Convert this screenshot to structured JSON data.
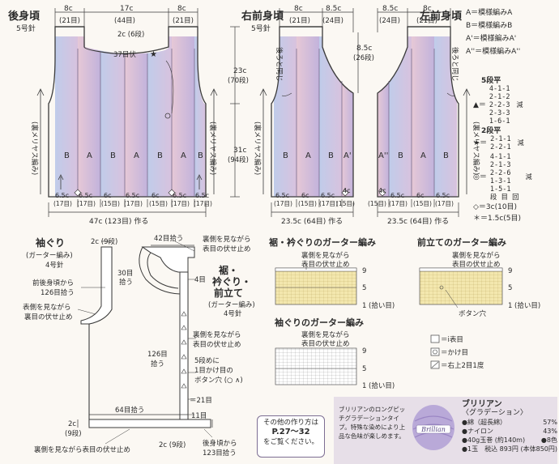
{
  "back": {
    "title": "後身頃",
    "needle": "5号針",
    "top_dims": [
      "8c",
      "17c",
      "8c"
    ],
    "top_rows": [
      "(21目)",
      "(44目)",
      "(21目)"
    ],
    "neck_rows": "2c (6段)",
    "neck_st": "37目伏",
    "height_top": "23c",
    "height_top_rows": "(70段)",
    "height_bottom": "31c",
    "height_bottom_rows": "(94段)",
    "side_label": "(裏メリヤス編み)",
    "panels": [
      "B",
      "A",
      "B",
      "A",
      "B",
      "A",
      "B"
    ],
    "bottom_cm": [
      "6.5c",
      "6.5c",
      "6c",
      "6.5c",
      "6c",
      "6.5c",
      "6.5c"
    ],
    "bottom_st": [
      "(17目)",
      "(17目)",
      "(15目)",
      "(17目)",
      "(15目)",
      "(17目)",
      "(17目)"
    ],
    "width": "47c (123目) 作る"
  },
  "right_front": {
    "title": "右前身頃",
    "needle": "5号針",
    "top_dims": [
      "8c",
      "8.5c"
    ],
    "top_rows": [
      "(21目)",
      "(24目)"
    ],
    "back_same": "後ろと同じ",
    "neck_dim": "8.5c",
    "neck_rows": "(26段)",
    "side_label": "(裏メリヤス編み)",
    "panels": [
      "B",
      "A",
      "B",
      "A'"
    ],
    "bottom_cm": [
      "6.5c",
      "6c",
      "6.5c",
      "4c"
    ],
    "bottom_st": [
      "(17目)",
      "(15目)",
      "(17目)",
      "(15目)"
    ],
    "width": "23.5c (64目) 作る"
  },
  "left_front": {
    "title": "左前身頃",
    "top_dims": [
      "8.5c",
      "8c"
    ],
    "top_rows": [
      "(24目)",
      "(21目)"
    ],
    "back_same": "後ろと同じ",
    "side_label": "(裏メリヤス編み)",
    "panels": [
      "A''",
      "B",
      "A",
      "B"
    ],
    "bottom_cm": [
      "4c",
      "6.5c",
      "6c",
      "6.5c"
    ],
    "bottom_st": [
      "(15目)",
      "(17目)",
      "(15目)",
      "(17目)"
    ],
    "width": "23.5c (64目) 作る"
  },
  "legend": [
    "A＝模様編みA",
    "B＝模様編みB",
    "A'＝模様編みA'",
    "A''＝模様編みA''"
  ],
  "decrease_table": {
    "a": {
      "label": "5段平",
      "values": "4-1-1\n2-1-2\n2-2-3\n2-3-3\n1-6-1",
      "tag": "減"
    },
    "b": {
      "label": "2段平",
      "values": "2-1-1\n2-2-1",
      "tag": "減",
      "star": "★＝"
    },
    "c": {
      "values": "4-1-1\n2-1-3\n2-2-6\n1-3-1\n1-5-1\n段 目 回",
      "tag": "減",
      "circle": "◎＝"
    },
    "d": "◇＝3c(10目)",
    "e": "＊＝1.5c(5目)"
  },
  "armhole": {
    "title": "袖ぐり",
    "subtitle": "(ガーター編み)",
    "needle": "4号針",
    "top": "2c (9段)",
    "pick_30": "30目",
    "pick_30b": "拾う",
    "pick_front": "前後身頃から",
    "pick_front_b": "126目拾う",
    "bind": "表側を見ながら",
    "bind_b": "裏目の伏せ止め",
    "pick_64": "64目拾う",
    "bottom": "2c",
    "bottom_rows": "(9段)",
    "bind_bottom": "裏側を見ながら表目の伏せ止め"
  },
  "collar": {
    "title_1": "裾・",
    "title_2": "衿ぐり・",
    "title_3": "前立て",
    "subtitle": "(ガーター編み)",
    "needle": "4号針",
    "pick_42": "42目拾う",
    "bind_top": "裏側を見ながら",
    "bind_top_b": "表目の伏せ止め",
    "four": "4目",
    "bind_mid": "裏側を見ながら",
    "bind_mid_b": "表目の伏せ止め",
    "pick_126": "126目",
    "pick_126b": "拾う",
    "button_1": "5段めに",
    "button_2": "1目かけ目の",
    "button_3": "ボタン穴 (○ ∧)",
    "st_21": "＝21目",
    "st_11": "11目",
    "rows_2c": "2c (9段)",
    "pick_123": "後身頃から",
    "pick_123b": "123目拾う"
  },
  "garter_hem": {
    "title": "裾・衿ぐりのガーター編み",
    "note_1": "裏側を見ながら",
    "note_2": "表目の伏せ止め",
    "rows": [
      "9",
      "5",
      "1"
    ],
    "pick": "(拾い目)"
  },
  "garter_front": {
    "title": "前立てのガーター編み",
    "note_1": "裏側を見ながら",
    "note_2": "表目の伏せ止め",
    "rows": [
      "9",
      "5",
      "1"
    ],
    "pick": "(拾い目)",
    "button": "ボタン穴"
  },
  "garter_arm": {
    "title": "袖ぐりのガーター編み",
    "note_1": "裏側を見ながら",
    "note_2": "表目の伏せ止め",
    "rows": [
      "9",
      "5",
      "1"
    ],
    "pick": "(拾い目)"
  },
  "symbols": {
    "knit": "＝ⅰ表目",
    "knit_box": "ⅰ",
    "yo": "＝かけ目",
    "dec": "＝右上2目1度"
  },
  "note_box": {
    "line1": "その他の作り方は",
    "line2": "P.27〜32",
    "line3": "をご覧ください。"
  },
  "yarn": {
    "desc": "ブリリアンのロングピッチグラデーションタイプ。特殊な染めにより上品な色味が楽しめます。",
    "brand_label": "Brillian",
    "name": "ブリリアン",
    "subname": "〈グラデーション〉",
    "rows": [
      {
        "k": "●綿（超長綿）",
        "v": "57%"
      },
      {
        "k": "●ナイロン",
        "v": "43%"
      },
      {
        "k": "●40g玉巻 (約140m)",
        "v": "●8色"
      },
      {
        "k": "●1玉　税込 893円",
        "v": "(本体850円)"
      }
    ]
  },
  "colors": {
    "purple": "#b7a6cf",
    "pink": "#e8c6cf",
    "blue": "#b5c7e4",
    "yellow": "#f2e4a2",
    "line": "#3b3b3b"
  }
}
